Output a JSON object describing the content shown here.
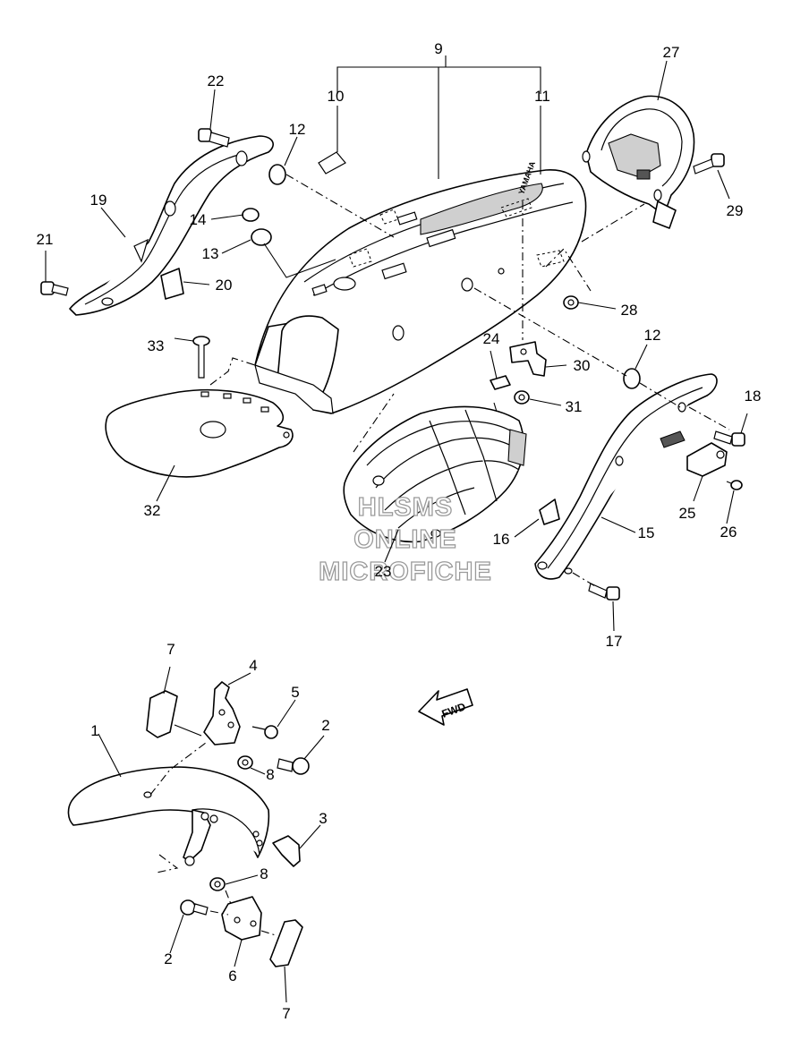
{
  "callouts": {
    "c1": "1",
    "c2a": "2",
    "c2b": "2",
    "c3": "3",
    "c4": "4",
    "c5": "5",
    "c6": "6",
    "c7a": "7",
    "c7b": "7",
    "c8a": "8",
    "c8b": "8",
    "c9": "9",
    "c10": "10",
    "c11": "11",
    "c12a": "12",
    "c12b": "12",
    "c13": "13",
    "c14": "14",
    "c15": "15",
    "c16": "16",
    "c17": "17",
    "c18": "18",
    "c19": "19",
    "c20": "20",
    "c21": "21",
    "c22": "22",
    "c23": "23",
    "c24": "24",
    "c25": "25",
    "c26": "26",
    "c27": "27",
    "c28": "28",
    "c29": "29",
    "c30": "30",
    "c31": "31",
    "c32": "32",
    "c33": "33"
  },
  "watermark": {
    "line1": "HLSMS",
    "line2": "ONLINE",
    "line3": "MICROFICHE"
  },
  "fwd_arrow": {
    "label": "FWD"
  },
  "fender_logo": {
    "text": "YAMAHA"
  }
}
